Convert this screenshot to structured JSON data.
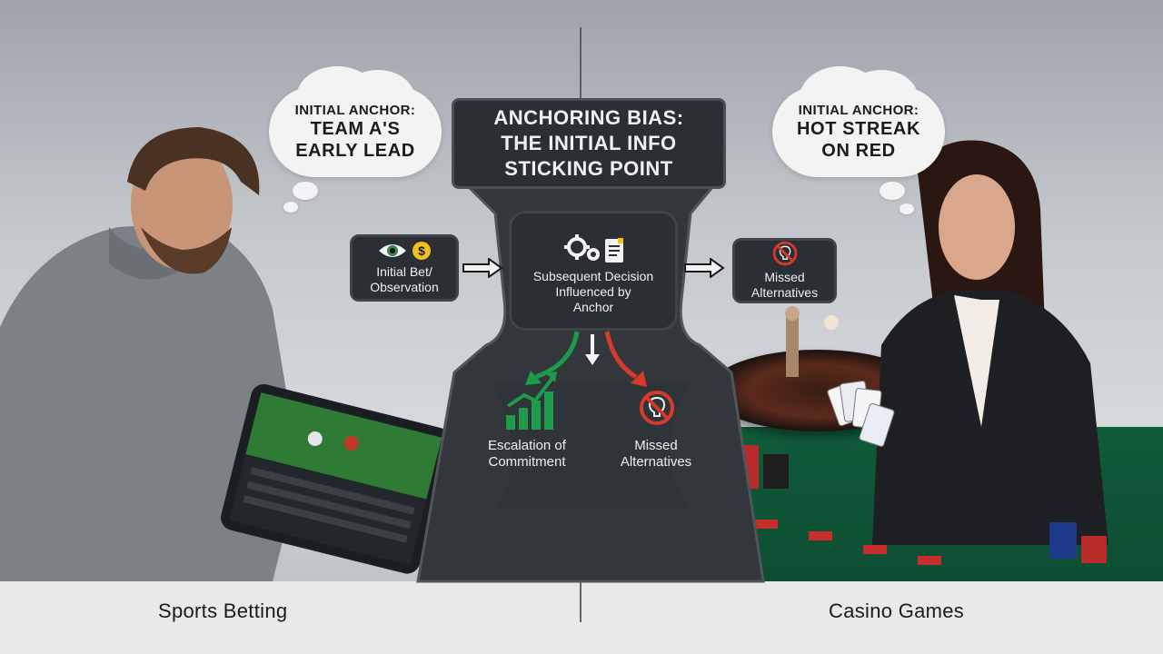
{
  "title": "ANCHORING BIAS:\nTHE INITIAL INFO\nSTICKING POINT",
  "left_thought": {
    "heading": "INITIAL ANCHOR:",
    "text": "TEAM A'S\nEARLY LEAD"
  },
  "right_thought": {
    "heading": "INITIAL ANCHOR:",
    "text": "HOT STREAK\nON RED"
  },
  "flow": {
    "initial_box": "Initial Bet/\nObservation",
    "center_box": "Subsequent Decision\nInfluenced by\nAnchor",
    "right_box": "Missed\nAlternatives",
    "escalation": "Escalation of\nCommitment",
    "missed_lower": "Missed\nAlternatives"
  },
  "sections": {
    "left": "Sports Betting",
    "right": "Casino Games"
  },
  "icons": {
    "initial": [
      "eye-icon",
      "dollar-coin-icon"
    ],
    "center": [
      "gears-icon",
      "document-icon"
    ],
    "missed": "no-idea-icon",
    "escalation": "rising-chart-icon"
  },
  "colors": {
    "box_bg": "#2b2f33",
    "accent_green": "#1d9a4a",
    "accent_red": "#d63a2c",
    "coin_yellow": "#f2c21b"
  }
}
